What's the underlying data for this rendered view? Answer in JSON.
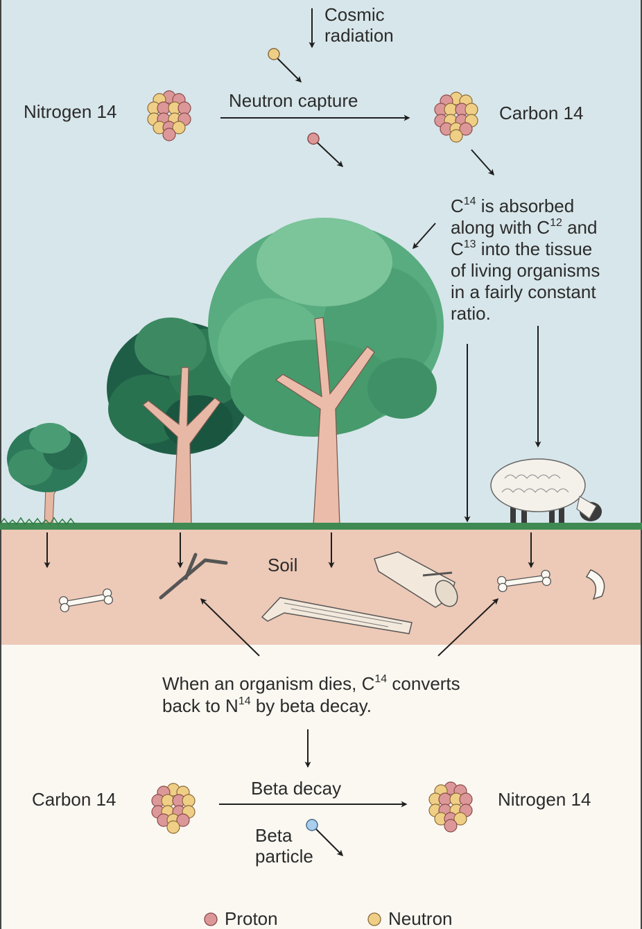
{
  "colors": {
    "sky": "#d7e6ea",
    "soil": "#edc9b7",
    "ground": "#fbf8f2",
    "grass": "#3f8a52",
    "proton": "#dc9898",
    "neutron": "#efcf86",
    "beta_particle": "#a9cfee"
  },
  "top": {
    "cosmic_line1": "Cosmic",
    "cosmic_line2": "radiation",
    "nitrogen_label": "Nitrogen 14",
    "neutron_capture": "Neutron capture",
    "carbon_label": "Carbon 14"
  },
  "absorption": {
    "line1_a": "C",
    "line1_sup": "14",
    "line1_b": " is absorbed",
    "line2_a": "along with C",
    "line2_sup": "12",
    "line2_b": " and",
    "line3_a": "C",
    "line3_sup": "13",
    "line3_b": " into the tissue",
    "line4": "of living organisms",
    "line5": "in a fairly constant",
    "line6": "ratio."
  },
  "soil_label": "Soil",
  "decay": {
    "line1_a": "When an organism dies, C",
    "line1_sup": "14",
    "line1_b": " converts",
    "line2_a": "back to N",
    "line2_sup": "14",
    "line2_b": " by beta decay."
  },
  "bottom": {
    "carbon_label": "Carbon 14",
    "beta_decay": "Beta decay",
    "nitrogen_label": "Nitrogen 14",
    "beta_particle_line1": "Beta",
    "beta_particle_line2": "particle"
  },
  "legend": {
    "proton": "Proton",
    "neutron": "Neutron"
  }
}
